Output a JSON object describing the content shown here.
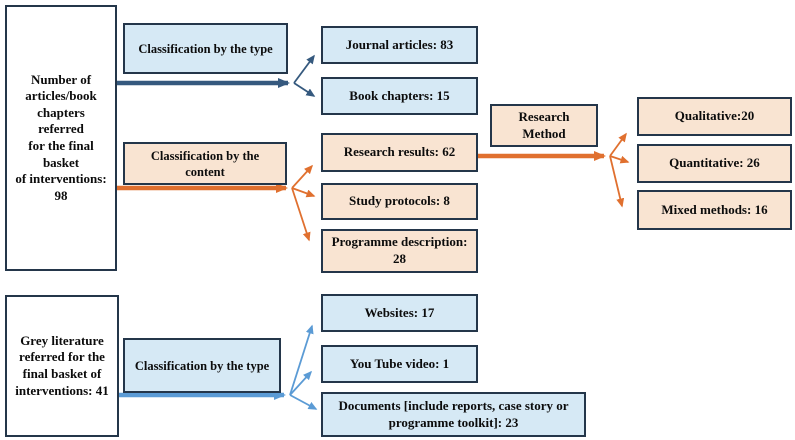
{
  "palette": {
    "box_border": "#24364a",
    "white_fill": "#ffffff",
    "blue_fill": "#d6e9f5",
    "peach_fill": "#f9e4d2",
    "navy_arrow": "#35597e",
    "orange_arrow": "#e0702f",
    "blue_arrow": "#5b9bd5",
    "text": "#0c0c0c"
  },
  "sources": {
    "articles": "Number of\narticles/book\nchapters referred\nfor the final basket\nof interventions:\n98",
    "grey_literature": "Grey literature\nreferred for the\nfinal basket of\ninterventions: 41"
  },
  "classifiers": {
    "type_top": "Classification by the type",
    "content": "Classification by the content",
    "research_method": "Research Method",
    "type_bottom": "Classification by the type"
  },
  "by_type": {
    "journal_articles": "Journal articles: 83",
    "book_chapters": "Book chapters: 15"
  },
  "by_content": {
    "research_results": "Research results: 62",
    "study_protocols": "Study protocols: 8",
    "programme_description": "Programme description: 28"
  },
  "by_method": {
    "qualitative": "Qualitative:20",
    "quantitative": "Quantitative: 26",
    "mixed_methods": "Mixed methods: 16"
  },
  "grey_by_type": {
    "websites": "Websites: 17",
    "youtube_video": "You Tube video: 1",
    "documents": "Documents [include reports, case story or programme toolkit]: 23"
  }
}
